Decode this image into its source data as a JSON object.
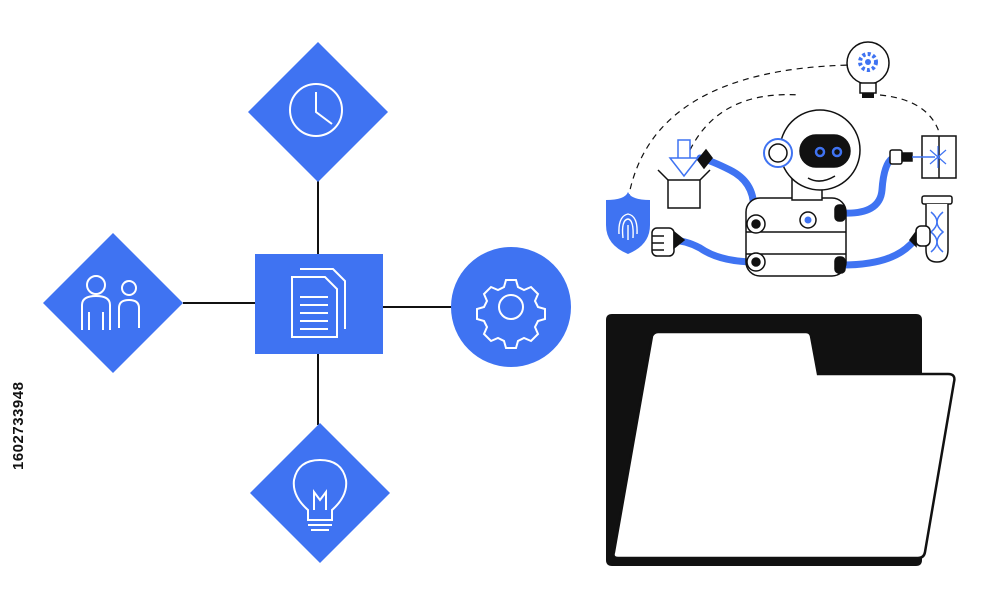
{
  "illustration": {
    "accent_color": "#3f73f2",
    "ink_color": "#111111",
    "nodes": [
      {
        "id": "center",
        "shape": "square",
        "icon": "documents-icon"
      },
      {
        "id": "top",
        "shape": "diamond",
        "icon": "clock-icon"
      },
      {
        "id": "left",
        "shape": "diamond",
        "icon": "users-icon"
      },
      {
        "id": "right",
        "shape": "circle",
        "icon": "gear-icon"
      },
      {
        "id": "bottom",
        "shape": "diamond",
        "icon": "lightbulb-icon"
      }
    ],
    "robot_props": [
      "download-box-icon",
      "shield-fingerprint-icon",
      "lightbulb-gear-icon",
      "laser-panel-icon",
      "dna-flask-icon"
    ],
    "folder": {
      "icon": "folder-icon"
    }
  },
  "watermark": {
    "stock_id": "1602733948"
  }
}
